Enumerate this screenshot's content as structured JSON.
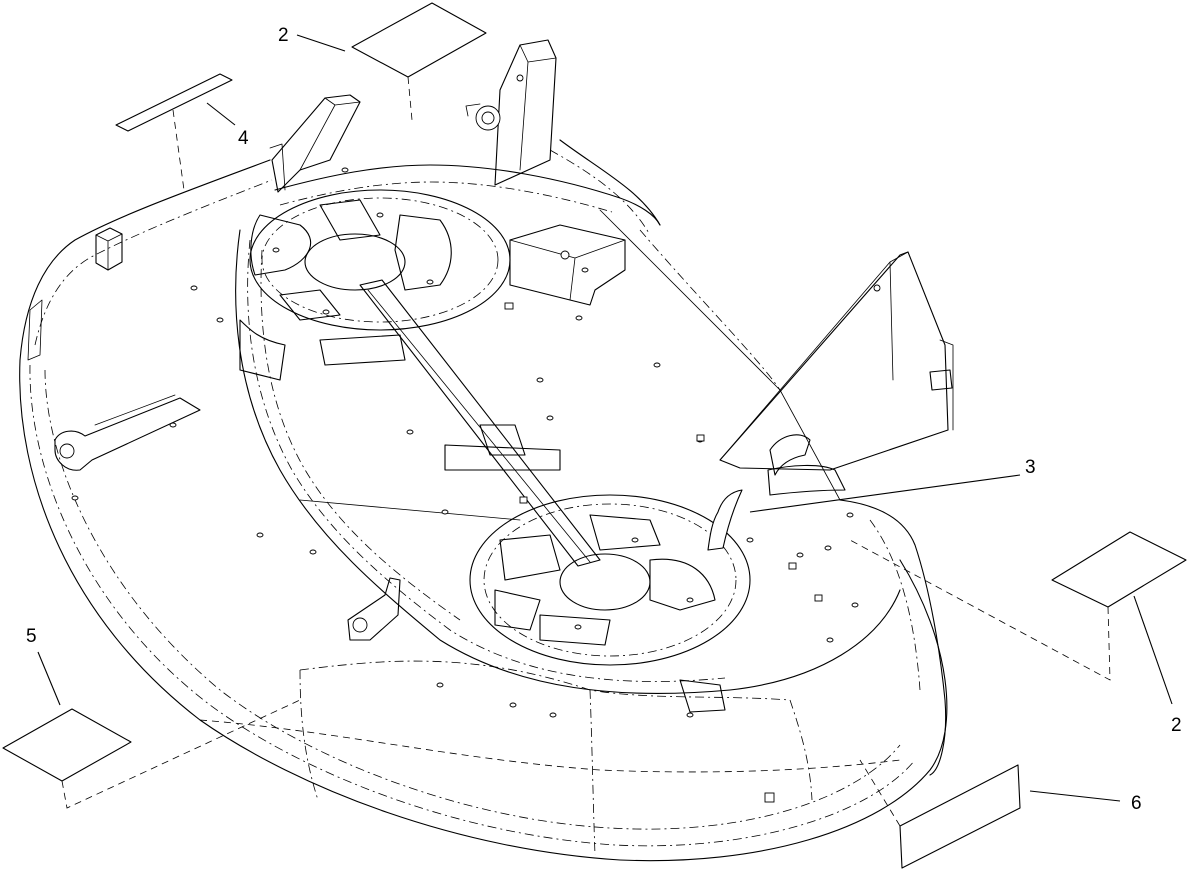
{
  "callouts": [
    {
      "id": "c-2-top",
      "label": "2"
    },
    {
      "id": "c-4",
      "label": "4"
    },
    {
      "id": "c-3",
      "label": "3"
    },
    {
      "id": "c-5",
      "label": "5"
    },
    {
      "id": "c-2-right",
      "label": "2"
    },
    {
      "id": "c-6",
      "label": "6"
    }
  ],
  "colors": {
    "line": "#000000",
    "background": "#ffffff"
  }
}
